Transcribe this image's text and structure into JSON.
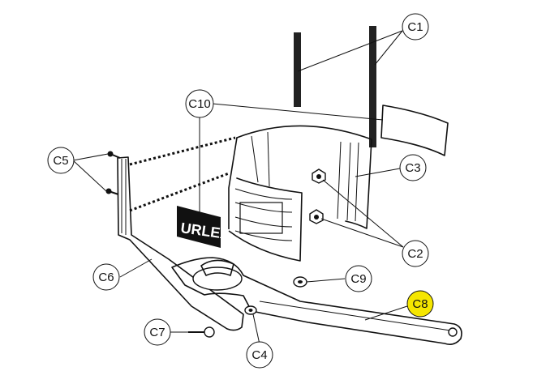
{
  "callouts": [
    {
      "id": "c1",
      "label": "C1"
    },
    {
      "id": "c2",
      "label": "C2"
    },
    {
      "id": "c3",
      "label": "C3"
    },
    {
      "id": "c4",
      "label": "C4"
    },
    {
      "id": "c5",
      "label": "C5"
    },
    {
      "id": "c6",
      "label": "C6"
    },
    {
      "id": "c7",
      "label": "C7"
    },
    {
      "id": "c8",
      "label": "C8",
      "highlighted": true
    },
    {
      "id": "c9",
      "label": "C9"
    },
    {
      "id": "c10",
      "label": "C10"
    }
  ],
  "label_text": "URLEX",
  "colors": {
    "highlight": "#f5e600",
    "ink": "#111111",
    "background": "#ffffff"
  }
}
